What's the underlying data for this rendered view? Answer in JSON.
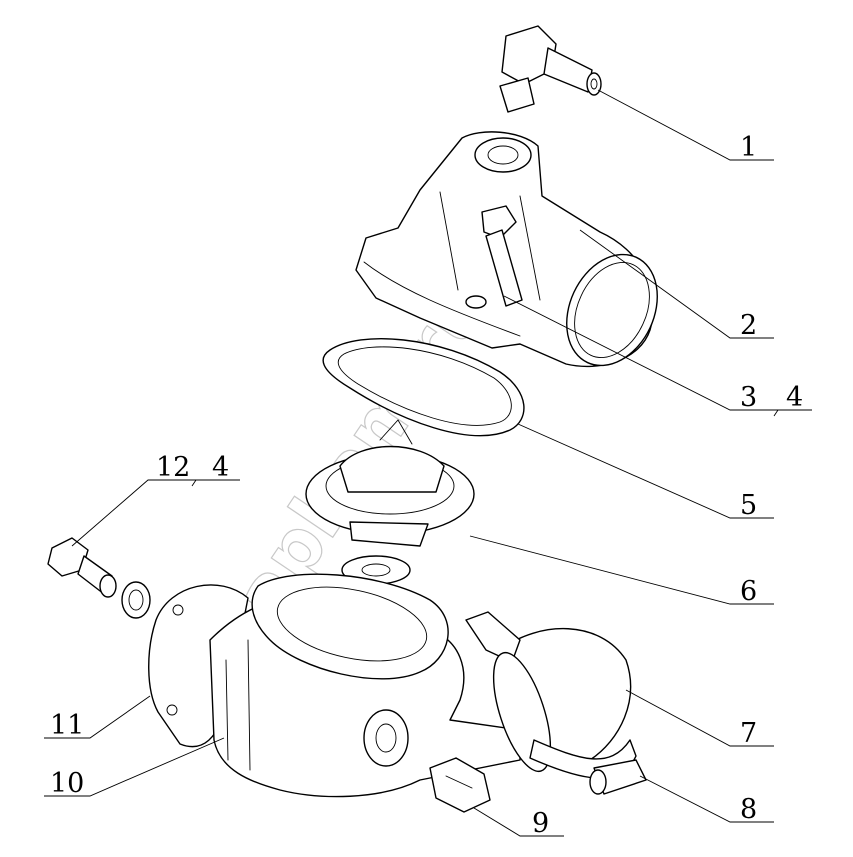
{
  "watermark": "zapkam.ru",
  "callouts": [
    {
      "id": "c1",
      "label": "1"
    },
    {
      "id": "c2",
      "label": "2"
    },
    {
      "id": "c3",
      "label": "3"
    },
    {
      "id": "c3b",
      "label": "4"
    },
    {
      "id": "c5",
      "label": "5"
    },
    {
      "id": "c6",
      "label": "6"
    },
    {
      "id": "c7",
      "label": "7"
    },
    {
      "id": "c8",
      "label": "8"
    },
    {
      "id": "c9",
      "label": "9"
    },
    {
      "id": "c10",
      "label": "10"
    },
    {
      "id": "c11",
      "label": "11"
    },
    {
      "id": "c12",
      "label": "12"
    },
    {
      "id": "c12b",
      "label": "4"
    }
  ]
}
